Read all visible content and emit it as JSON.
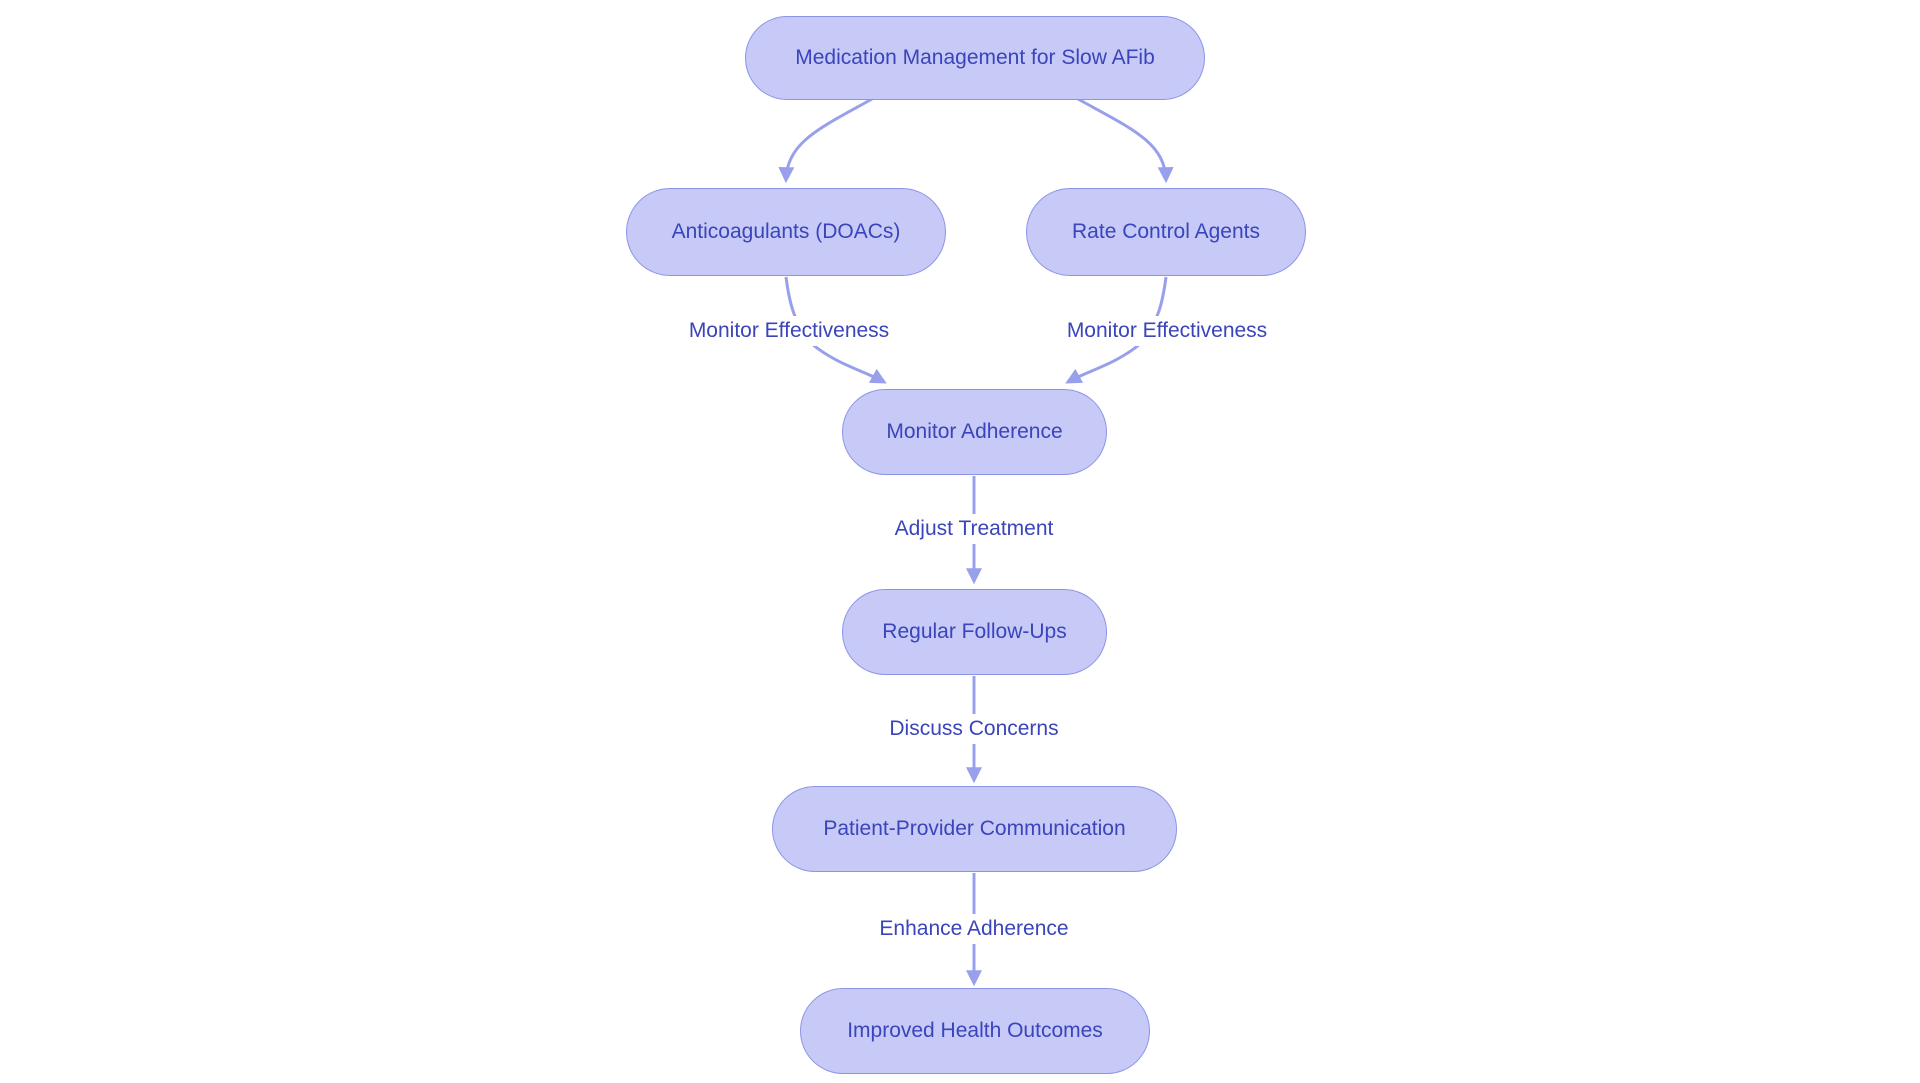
{
  "diagram": {
    "title_node": "Medication Management for Slow AFib",
    "nodes": [
      {
        "id": "medication-management",
        "label": "Medication Management for Slow AFib"
      },
      {
        "id": "anticoagulants-doacs",
        "label": "Anticoagulants (DOACs)"
      },
      {
        "id": "rate-control-agents",
        "label": "Rate Control Agents"
      },
      {
        "id": "monitor-adherence",
        "label": "Monitor Adherence"
      },
      {
        "id": "regular-follow-ups",
        "label": "Regular Follow-Ups"
      },
      {
        "id": "patient-provider-communication",
        "label": "Patient-Provider Communication"
      },
      {
        "id": "improved-health-outcomes",
        "label": "Improved Health Outcomes"
      }
    ],
    "edges": [
      {
        "from": "medication-management",
        "to": "anticoagulants-doacs",
        "label": ""
      },
      {
        "from": "medication-management",
        "to": "rate-control-agents",
        "label": ""
      },
      {
        "from": "anticoagulants-doacs",
        "to": "monitor-adherence",
        "label": "Monitor Effectiveness"
      },
      {
        "from": "rate-control-agents",
        "to": "monitor-adherence",
        "label": "Monitor Effectiveness"
      },
      {
        "from": "monitor-adherence",
        "to": "regular-follow-ups",
        "label": "Adjust Treatment"
      },
      {
        "from": "regular-follow-ups",
        "to": "patient-provider-communication",
        "label": "Discuss Concerns"
      },
      {
        "from": "patient-provider-communication",
        "to": "improved-health-outcomes",
        "label": "Enhance Adherence"
      }
    ],
    "colors": {
      "background": "#ffffff",
      "node_fill": "#c7caf7",
      "node_border": "#8c94e8",
      "node_text": "#3a44bb",
      "edge_stroke": "#98a0ec",
      "edge_label_text": "#3a44bb",
      "label_background": "#ffffff"
    }
  }
}
